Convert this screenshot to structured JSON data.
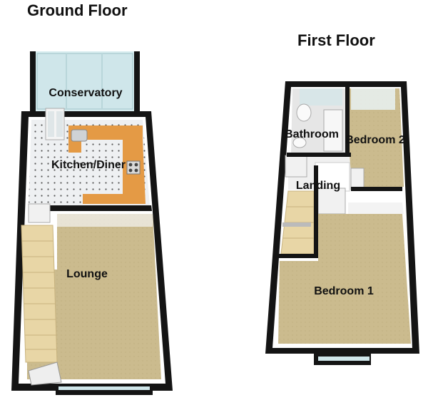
{
  "floors": [
    {
      "title": "Ground Floor",
      "rooms": [
        "Conservatory",
        "Kitchen/Diner",
        "Lounge"
      ]
    },
    {
      "title": "First Floor",
      "rooms": [
        "Bathroom",
        "Bedroom 2",
        "Landing",
        "Bedroom 1"
      ]
    }
  ],
  "colors": {
    "wall": "#141414",
    "wall_inner": "#ffffff",
    "carpet": "#c9b98c",
    "kitchen_floor": "#e9ecef",
    "worktop": "#e49a45",
    "glass": "#cfe6ea",
    "stairs": "#e8d6a6"
  }
}
